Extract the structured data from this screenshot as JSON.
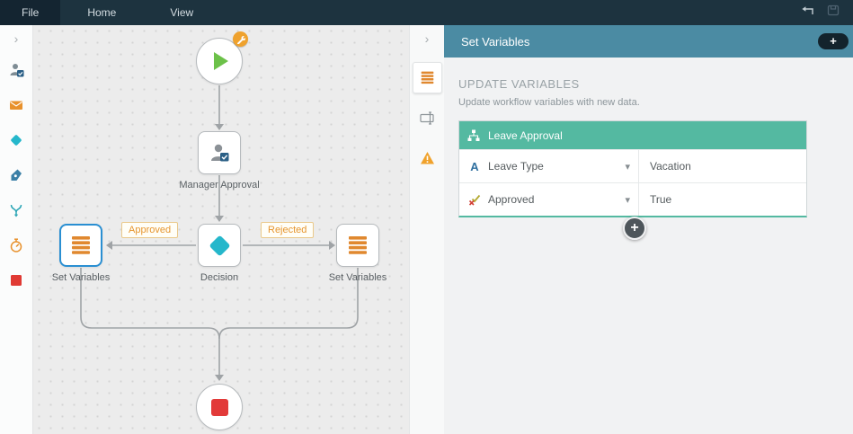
{
  "icons": {
    "chevron_right": "›",
    "chevron_down": "▾",
    "plus": "+"
  },
  "menubar": {
    "items": [
      {
        "label": "File"
      },
      {
        "label": "Home"
      },
      {
        "label": "View"
      }
    ],
    "right_icons": [
      "undo-icon",
      "save-icon"
    ]
  },
  "left_toolbar": {
    "icons": [
      "collapse-chevron",
      "user-task-icon",
      "mail-icon",
      "decision-icon",
      "pen-icon",
      "merge-icon",
      "timer-icon",
      "end-step-icon"
    ]
  },
  "canvas": {
    "nodes": {
      "start": {
        "label": ""
      },
      "manager": {
        "label": "Manager Approval"
      },
      "decision": {
        "label": "Decision"
      },
      "set_vars_left": {
        "label": "Set Variables",
        "selected": true
      },
      "set_vars_right": {
        "label": "Set Variables"
      },
      "end": {
        "label": ""
      }
    },
    "edge_badges": {
      "approved": "Approved",
      "rejected": "Rejected"
    }
  },
  "right_strip": {
    "tabs": [
      "set-variables-tab",
      "text-field-tab",
      "warnings-tab"
    ]
  },
  "right_panel": {
    "title": "Set Variables",
    "section_title": "UPDATE VARIABLES",
    "section_subtitle": "Update workflow variables with new data.",
    "card": {
      "title": "Leave Approval",
      "rows": [
        {
          "icon": "text-type-icon",
          "icon_glyph": "A",
          "label": "Leave Type",
          "value": "Vacation"
        },
        {
          "icon": "boolean-icon",
          "label": "Approved",
          "value": "True"
        }
      ]
    }
  },
  "colors": {
    "topbar_bg": "#1d333f",
    "panel_header_teal": "#4b8ba3",
    "card_header_teal": "#54b9a1",
    "step_orange": "#e0882f",
    "decision_teal": "#25b7cb",
    "start_green": "#6cc149",
    "end_red": "#e23a39",
    "selected_blue": "#2a8fd2",
    "badge_orange": "#e6952f"
  }
}
